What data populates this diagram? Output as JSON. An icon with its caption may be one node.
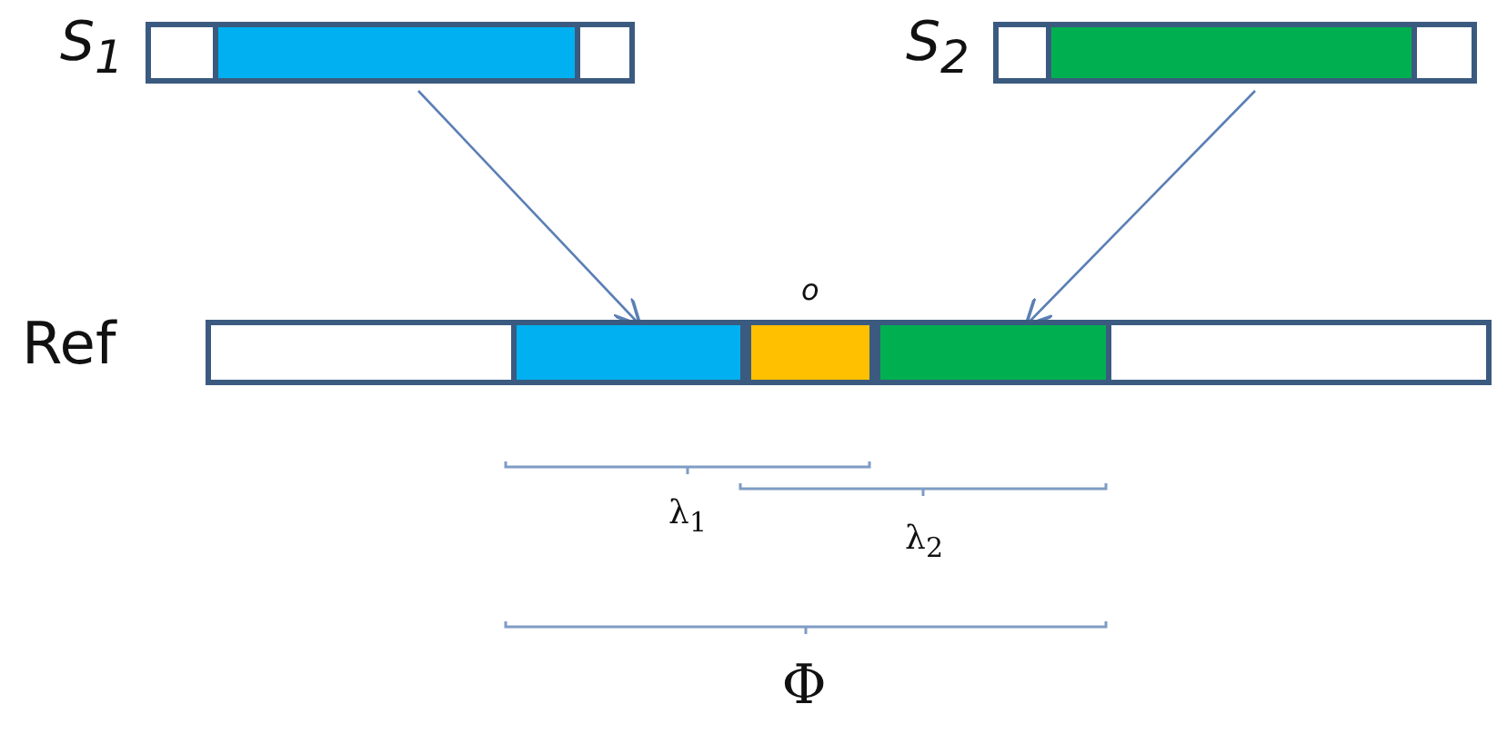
{
  "diagram": {
    "nodes": [
      {
        "text": [
          "S$_{1}$"
        ]
      },
      {
        "text": [],
        "shape": "bar",
        "in": 0
      },
      {
        "text": [
          "S$_{2}$"
        ]
      },
      {
        "text": [],
        "shape": "bar",
        "in": 2
      },
      {
        "text": [
          "Ref"
        ]
      },
      {
        "text": [],
        "shape": "bar",
        "in": 4
      },
      {
        "text": [],
        "shape": "bar",
        "in": 4,
        "beside": [
          "o"
        ]
      },
      {
        "text": [],
        "shape": "bar",
        "in": 4
      }
    ],
    "edges": [
      {
        "from": 0,
        "to": 5,
        "arrow": "to"
      },
      {
        "from": 2,
        "to": 7,
        "arrow": "to"
      }
    ],
    "labels": [
      "λ$_{1}$",
      "λ$_{2}$",
      "Φ"
    ]
  }
}
